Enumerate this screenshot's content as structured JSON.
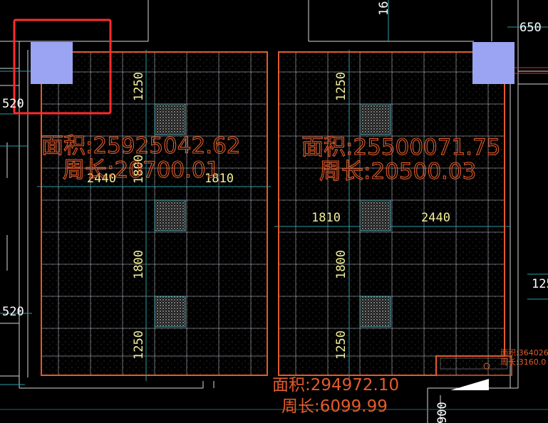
{
  "dimensions": {
    "top_right_160": "16",
    "top_right_650": "650",
    "left_520_top": "520",
    "left_520_bottom": "520",
    "right_125": "125",
    "bottom_900": "900",
    "left_panel": {
      "v1250_top": "1250",
      "v1800_mid": "1800",
      "v1800_low": "1800",
      "v1250_bottom": "1250",
      "h2440": "2440",
      "h1810": "1810"
    },
    "right_panel": {
      "v1250_top": "1250",
      "v1800_low": "1800",
      "v1250_bottom": "1250",
      "h1810": "1810",
      "h2440": "2440"
    }
  },
  "areas": {
    "left": {
      "area": "面积:25925042.62",
      "perimeter": "周长:20700.01"
    },
    "right": {
      "area": "面积:25500071.75",
      "perimeter": "周长:20500.03"
    },
    "bottom": {
      "area": "面积:294972.10",
      "perimeter": "周长:6099.99"
    },
    "corner": {
      "area": "面积:364026",
      "perimeter": "周长:3160.0"
    }
  },
  "colors": {
    "background": "#000000",
    "outline": "#e35b2b",
    "grid": "#8a8f96",
    "column": "#9aa4f2",
    "highlight": "#ff2b2b",
    "dimension_text": "#f2ef9a"
  }
}
